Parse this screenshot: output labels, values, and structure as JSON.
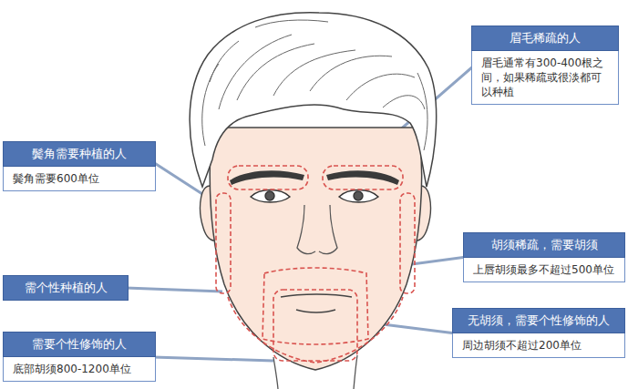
{
  "diagram": {
    "nodes": [
      {
        "text": [
          "眉毛稀疏的人",
          "眉毛通常有300-400根之间，如果稀疏或很淡都可以种植"
        ]
      },
      {
        "text": [
          "鬓角需要种植的人",
          "鬓角需要600单位"
        ]
      },
      {
        "text": [
          "胡须稀疏，需要胡须",
          "上唇胡须最多不超过500单位"
        ]
      },
      {
        "text": [
          "需个性种植的人"
        ]
      },
      {
        "text": [
          "无胡须，需要个性修饰的人",
          "周边胡须不超过200单位"
        ]
      },
      {
        "text": [
          "需要个性修饰的人",
          "底部胡须800-1200单位"
        ]
      }
    ]
  }
}
